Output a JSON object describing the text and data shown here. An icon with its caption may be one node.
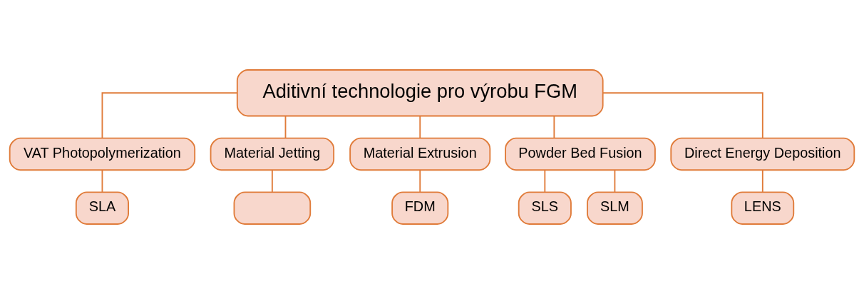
{
  "diagram": {
    "nodes": [
      {
        "text": [
          "Aditivní technologie pro výrobu FGM"
        ]
      },
      {
        "text": [
          "VAT Photopolymerization"
        ]
      },
      {
        "text": [
          "Material Jetting"
        ]
      },
      {
        "text": [
          "Material Extrusion"
        ]
      },
      {
        "text": [
          "Powder Bed Fusion"
        ]
      },
      {
        "text": [
          "Direct Energy Deposition"
        ]
      },
      {
        "text": [
          "SLA"
        ]
      },
      {
        "text": [],
        "shape": "box"
      },
      {
        "text": [
          "FDM"
        ]
      },
      {
        "text": [
          "SLS"
        ]
      },
      {
        "text": [
          "SLM"
        ]
      },
      {
        "text": [
          "LENS"
        ]
      }
    ],
    "edges": [
      {
        "from": 0,
        "to": 1,
        "arrow": "none"
      },
      {
        "from": 0,
        "to": 2,
        "arrow": "none"
      },
      {
        "from": 0,
        "to": 3,
        "arrow": "none"
      },
      {
        "from": 0,
        "to": 4,
        "arrow": "none"
      },
      {
        "from": 0,
        "to": 5,
        "arrow": "none"
      },
      {
        "from": 1,
        "to": 6,
        "arrow": "none"
      },
      {
        "from": 2,
        "to": 7,
        "arrow": "none"
      },
      {
        "from": 3,
        "to": 8,
        "arrow": "none"
      },
      {
        "from": 4,
        "to": 9,
        "arrow": "none"
      },
      {
        "from": 4,
        "to": 10,
        "arrow": "none"
      },
      {
        "from": 5,
        "to": 11,
        "arrow": "none"
      }
    ]
  }
}
